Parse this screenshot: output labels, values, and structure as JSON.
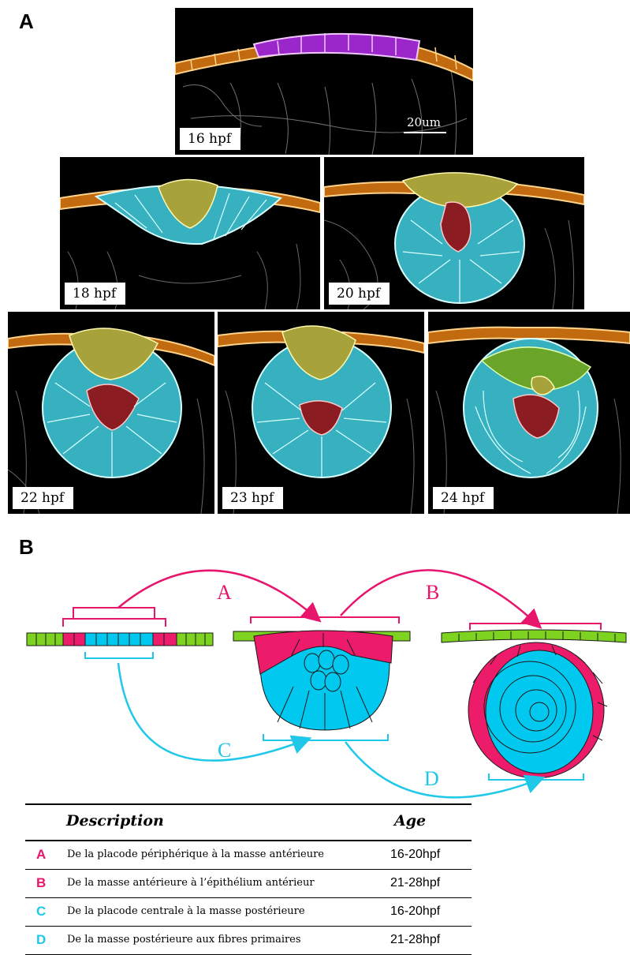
{
  "panel_a": {
    "letter": "A"
  },
  "panel_b": {
    "letter": "B"
  },
  "micrographs": [
    {
      "time": "16 hpf",
      "scale": "20um"
    },
    {
      "time": "18 hpf"
    },
    {
      "time": "20 hpf"
    },
    {
      "time": "22 hpf"
    },
    {
      "time": "23 hpf"
    },
    {
      "time": "24 hpf"
    }
  ],
  "schematic": {
    "arrows": [
      {
        "label": "A",
        "color": "#e8156c"
      },
      {
        "label": "B",
        "color": "#e8156c"
      },
      {
        "label": "C",
        "color": "#1fc8e8"
      },
      {
        "label": "D",
        "color": "#1fc8e8"
      }
    ],
    "colors": {
      "magenta": "#ec1c6b",
      "cyan": "#00c8ee",
      "green": "#7ed321",
      "outline": "#1a1a1a"
    }
  },
  "table": {
    "headers": {
      "description": "Description",
      "age": "Age"
    },
    "rows": [
      {
        "code": "A",
        "code_color": "#e8156c",
        "description": "De la placode périphérique à la masse antérieure",
        "age": "16-20hpf"
      },
      {
        "code": "B",
        "code_color": "#e8156c",
        "description": "De la masse antérieure à l’épithélium antérieur",
        "age": "21-28hpf"
      },
      {
        "code": "C",
        "code_color": "#1fc8e8",
        "description": "De la placode centrale à la masse postérieure",
        "age": "16-20hpf"
      },
      {
        "code": "D",
        "code_color": "#1fc8e8",
        "description": "De la masse postérieure aux fibres primaires",
        "age": "21-28hpf"
      }
    ]
  }
}
